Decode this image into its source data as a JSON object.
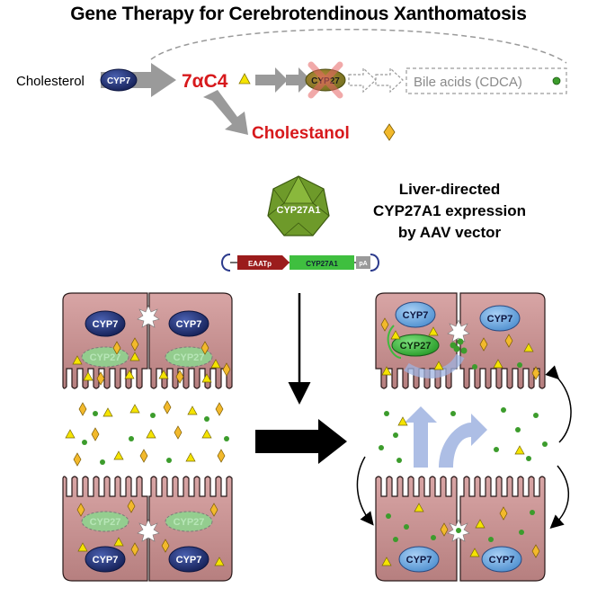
{
  "title": "Gene Therapy for Cerebrotendinous Xanthomatosis",
  "pathway": {
    "substrate": "Cholesterol",
    "enzyme_cyp7": "CYP7",
    "intermediate": "7αC4",
    "enzyme_cyp27": "CYP27",
    "product": "Bile acids (CDCA)",
    "side_product": "Cholestanol"
  },
  "vector": {
    "capsid_label": "CYP27A1",
    "description_lines": [
      "Liver-directed",
      "CYP27A1 expression",
      "by AAV vector"
    ],
    "construct": {
      "promoter": "EAATp",
      "gene": "CYP27A1",
      "polyA": "pA"
    }
  },
  "cells": {
    "cyp7_label": "CYP7",
    "cyp27_label": "CYP27"
  },
  "colors": {
    "highlight_red": "#d7191c",
    "arrow_gray": "#9a9a9a",
    "cell_fill": "#c98f8f",
    "cyp7_dark": "#1d2b6b",
    "cyp7_light": "#6aa8e0",
    "cyp27_green": "#3dbb3d",
    "capsid_green": "#6e9a2a",
    "triangle_yellow": "#f5e400",
    "diamond_orange": "#f2b92c",
    "dot_green": "#3c9c2c"
  },
  "icons": [
    "cross-icon",
    "triangle-icon",
    "diamond-icon",
    "dot-icon",
    "capsid-icon",
    "starburst-icon"
  ]
}
